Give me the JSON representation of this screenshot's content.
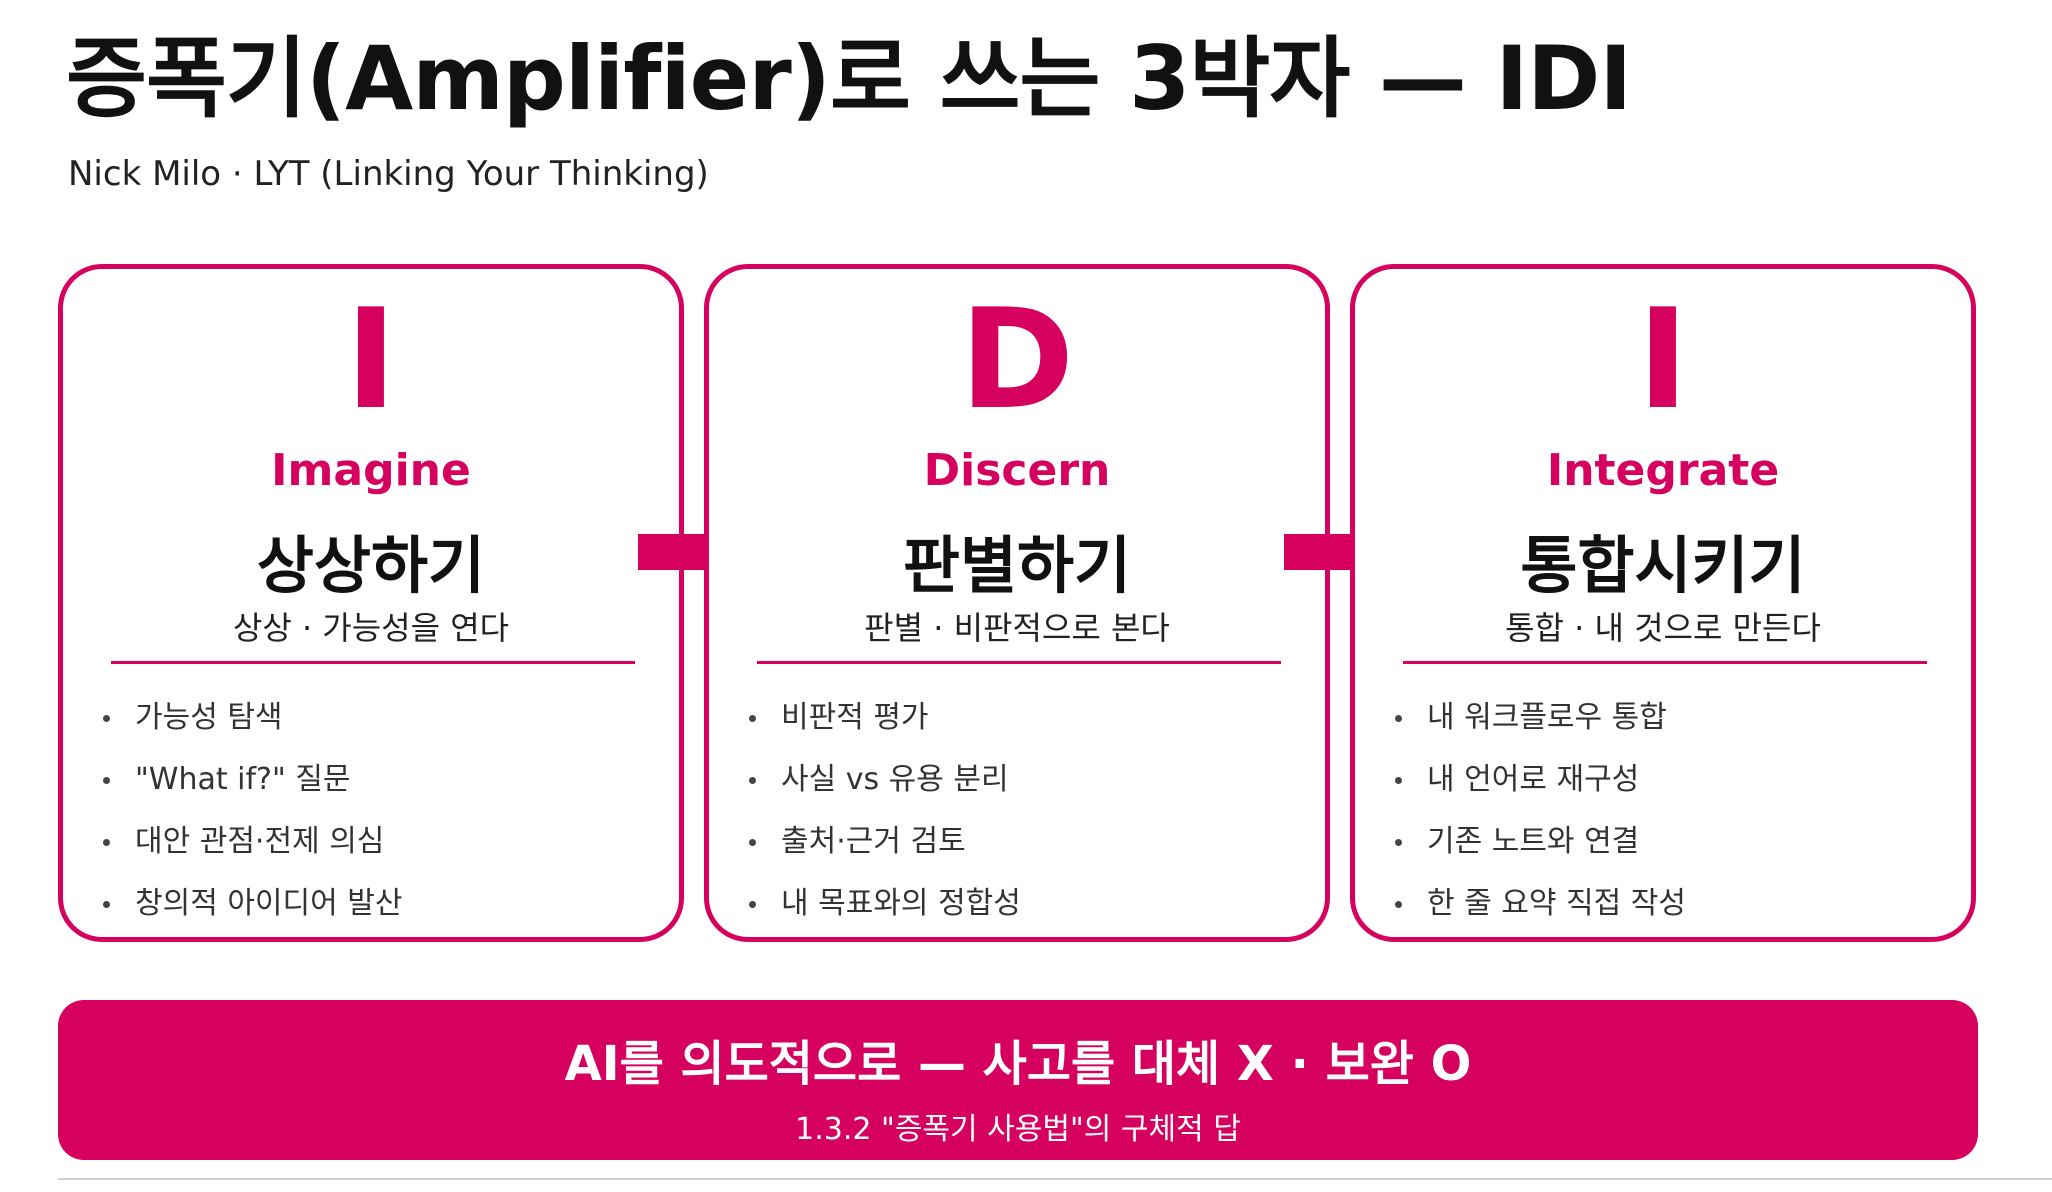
{
  "title": "증폭기(Amplifier)로 쓰는 3박자 — IDI",
  "subtitle": "Nick Milo · LYT (Linking Your Thinking)",
  "accent_color": "#d6005e",
  "cards": [
    {
      "letter": "I",
      "english": "Imagine",
      "korean": "상상하기",
      "description": "상상 · 가능성을 연다",
      "bullets": [
        "가능성 탐색",
        "\"What if?\" 질문",
        "대안 관점·전제 의심",
        "창의적 아이디어 발산"
      ]
    },
    {
      "letter": "D",
      "english": "Discern",
      "korean": "판별하기",
      "description": "판별 · 비판적으로 본다",
      "bullets": [
        "비판적 평가",
        "사실 vs 유용 분리",
        "출처·근거 검토",
        "내 목표와의 정합성"
      ]
    },
    {
      "letter": "I",
      "english": "Integrate",
      "korean": "통합시키기",
      "description": "통합 · 내 것으로 만든다",
      "bullets": [
        "내 워크플로우 통합",
        "내 언어로 재구성",
        "기존 노트와 연결",
        "한 줄 요약 직접 작성"
      ]
    }
  ],
  "arrows": [
    "arrow-right-icon",
    "arrow-right-icon"
  ],
  "banner": {
    "main": "AI를 의도적으로 — 사고를 대체 X · 보완 O",
    "sub": "1.3.2 \"증폭기 사용법\"의 구체적 답"
  }
}
